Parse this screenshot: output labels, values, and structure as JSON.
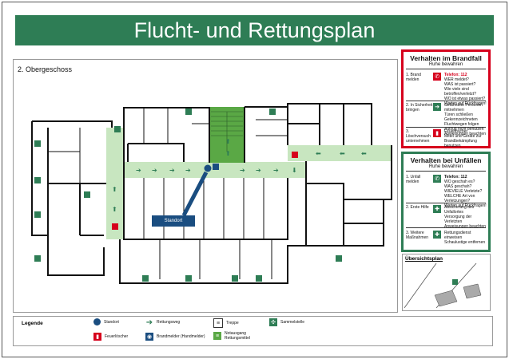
{
  "title": "Flucht- und Rettungsplan",
  "floor": "2. Obergeschoss",
  "standort_label": "Standort",
  "brandfall": {
    "title": "Verhalten im Brandfall",
    "subtitle": "Ruhe bewahren",
    "rows": [
      {
        "label": "1. Brand melden",
        "lines": [
          "Telefon: 112",
          "WER meldet?",
          "WAS ist passiert?",
          "Wie viele sind betroffen/verletzt?",
          "WO ist etwas passiert?",
          "Warten auf Rückfragen!"
        ]
      },
      {
        "label": "2. In Sicherheit bringen",
        "lines": [
          "Gefährdete Personen mitnehmen",
          "Türen schließen",
          "Gekennzeichneten Fluchtwegen folgen",
          "Aufzug nicht benutzen",
          "Anweisungen beachten"
        ]
      },
      {
        "label": "3. Löschversuch unternehmen",
        "lines": [
          "Feuerlöscher",
          "Mittel und Geräte zur Brandbekämpfung benutzen"
        ]
      }
    ]
  },
  "unfall": {
    "title": "Verhalten bei Unfällen",
    "subtitle": "Ruhe bewahren",
    "rows": [
      {
        "label": "1. Unfall melden",
        "lines": [
          "Telefon: 112",
          "WO geschah es?",
          "WAS geschah?",
          "WIEVIELE Verletzte?",
          "WELCHE Art von Verletzungen?",
          "Warten auf Rückfragen!"
        ]
      },
      {
        "label": "2. Erste Hilfe",
        "lines": [
          "Absicherung des Unfallortes",
          "Versorgung der Verletzten",
          "Anweisungen beachten"
        ]
      },
      {
        "label": "3. Weitere Maßnahmen",
        "lines": [
          "Rettungsdienst einweisen",
          "Schaulustige entfernen"
        ]
      }
    ]
  },
  "uebersicht": {
    "title": "Übersichtsplan"
  },
  "legend": {
    "title": "Legende",
    "items": [
      {
        "icon": "standort",
        "label": "Standort"
      },
      {
        "icon": "feuerloescher",
        "label": "Feuerlöscher"
      },
      {
        "icon": "rettungsweg",
        "label": "Rettungsweg"
      },
      {
        "icon": "brandmelder",
        "label": "Brandmelder (Handmelder)"
      },
      {
        "icon": "treppe",
        "label": "Treppe"
      },
      {
        "icon": "notausgang",
        "label": "Notausgang Rettungsmittel"
      },
      {
        "icon": "sammelstelle",
        "label": "Sammelstelle"
      }
    ]
  },
  "colors": {
    "green": "#2e7d55",
    "red": "#d6001c",
    "corridor": "#c8e6c0",
    "stair": "#5aa845",
    "standort": "#1a4d80"
  }
}
